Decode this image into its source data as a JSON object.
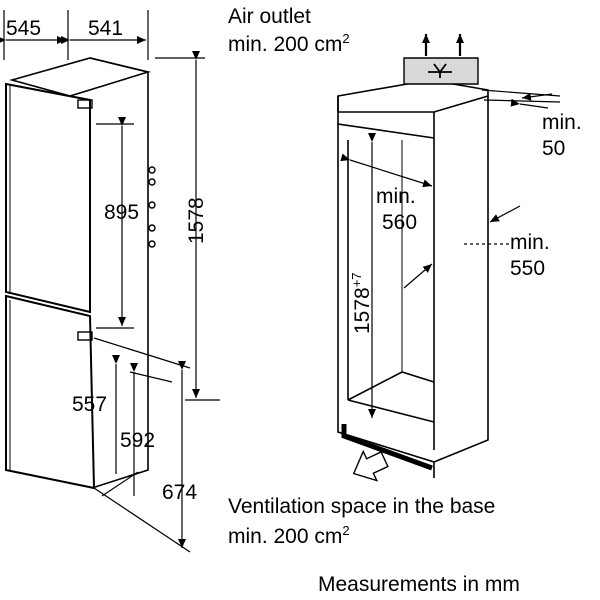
{
  "labels": {
    "air_outlet_title": "Air outlet",
    "air_outlet_min_prefix": "min. 200 cm",
    "air_outlet_exp": "2",
    "vent_title": "Ventilation space in the base",
    "vent_min_prefix": "min. 200 cm",
    "vent_exp": "2",
    "units_note": "Measurements in mm"
  },
  "appliance_dims": {
    "depth_outer": "545",
    "depth_inner": "541",
    "total_height": "1578",
    "upper_door_height": "895",
    "lower_dim_1": "557",
    "lower_dim_2": "592",
    "lower_dim_3": "674"
  },
  "niche_dims": {
    "rear_gap_min": "min.",
    "rear_gap_value": "50",
    "width_min": "min.",
    "width_value": "560",
    "depth_min": "min.",
    "depth_value": "550",
    "height_base": "1578",
    "height_tolerance": "+7"
  }
}
